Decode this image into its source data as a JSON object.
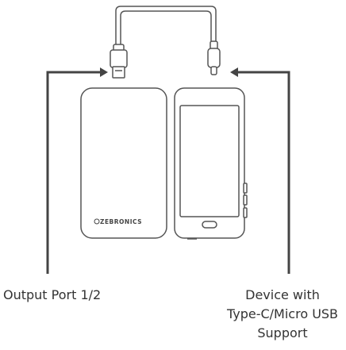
{
  "diagram": {
    "brand_logo_text": "ZEBRONICS",
    "labels": {
      "output_port": "Output Port 1/2",
      "device_line1": "Device with",
      "device_line2": "Type-C/Micro USB",
      "device_line3": "Support"
    }
  }
}
